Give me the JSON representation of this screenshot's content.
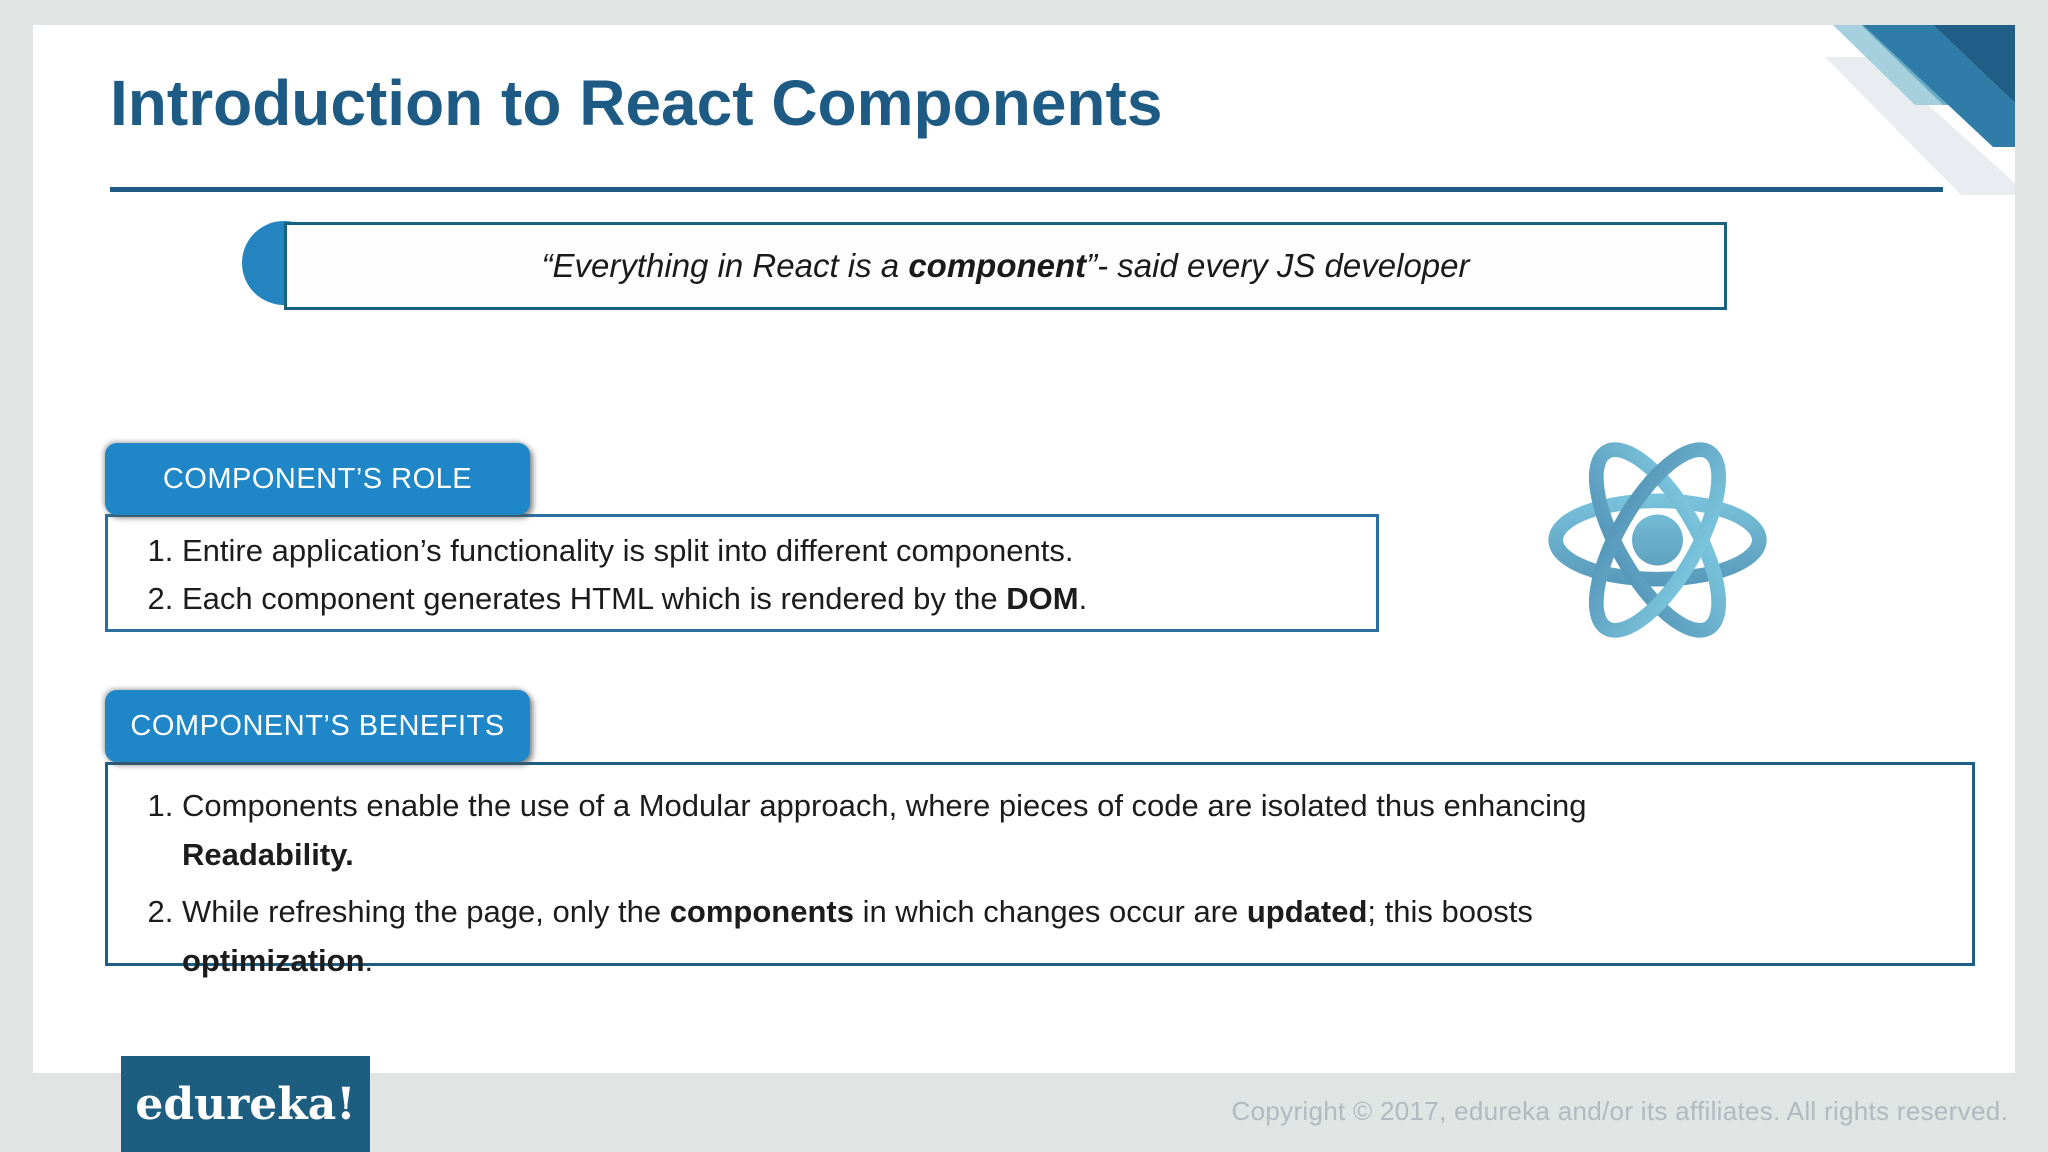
{
  "slide": {
    "title": "Introduction to React Components",
    "quote": {
      "prefix": "“Everything in React is a ",
      "bold": "component",
      "suffix": "”- said every JS developer"
    },
    "sections": [
      {
        "badge": "COMPONENT’S ROLE",
        "items": [
          [
            {
              "text": "Entire application’s functionality is split into different components.",
              "bold": false
            }
          ],
          [
            {
              "text": "Each component generates HTML which is rendered by the ",
              "bold": false
            },
            {
              "text": "DOM",
              "bold": true
            },
            {
              "text": ".",
              "bold": false
            }
          ]
        ]
      },
      {
        "badge": "COMPONENT’S BENEFITS",
        "items": [
          [
            {
              "text": "Components enable the use of a Modular approach, where pieces of code are isolated thus enhancing ",
              "bold": false
            },
            {
              "break": true
            },
            {
              "text": "Readability.",
              "bold": true
            }
          ],
          [
            {
              "text": "While refreshing the page, only the ",
              "bold": false
            },
            {
              "text": "components",
              "bold": true
            },
            {
              "text": " in which changes occur are ",
              "bold": false
            },
            {
              "text": "updated",
              "bold": true
            },
            {
              "text": "; this boosts ",
              "bold": false
            },
            {
              "break": true
            },
            {
              "text": "optimization",
              "bold": true
            },
            {
              "text": ".",
              "bold": false
            }
          ]
        ]
      }
    ]
  },
  "footer": {
    "logo_text": "edureka!",
    "copyright": "Copyright © 2017, edureka and/or its affiliates. All rights reserved."
  },
  "icons": {
    "react_logo": "react-atom-icon",
    "corner": "corner-ribbon-decoration"
  },
  "colors": {
    "title": "#1d5b85",
    "badge": "#1f87c8",
    "quote_accent": "#2484bf",
    "quote_border": "#17637f",
    "role_border": "#2a6fa0",
    "benefits_border": "#1e5f86",
    "logo_bg": "#1d5d80",
    "background": "#e0e4e3",
    "copyright_text": "#b2b9bf"
  }
}
